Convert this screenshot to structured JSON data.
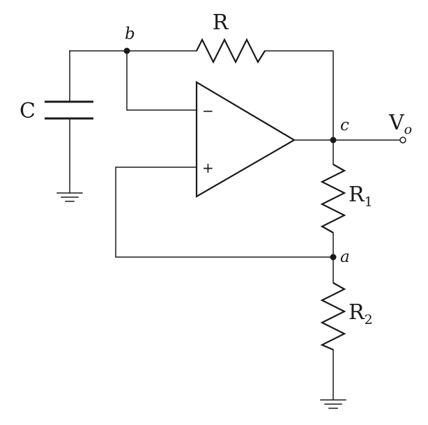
{
  "diagram": {
    "components": {
      "capacitor": {
        "label": "C"
      },
      "feedback_resistor": {
        "label": "R"
      },
      "resistor_1": {
        "label": "R",
        "subscript": "1"
      },
      "resistor_2": {
        "label": "R",
        "subscript": "2"
      }
    },
    "opamp": {
      "inverting_sign": "−",
      "noninverting_sign": "+"
    },
    "nodes": {
      "a": "a",
      "b": "b",
      "c": "c"
    },
    "output": {
      "label": "V",
      "subscript": "o"
    }
  }
}
